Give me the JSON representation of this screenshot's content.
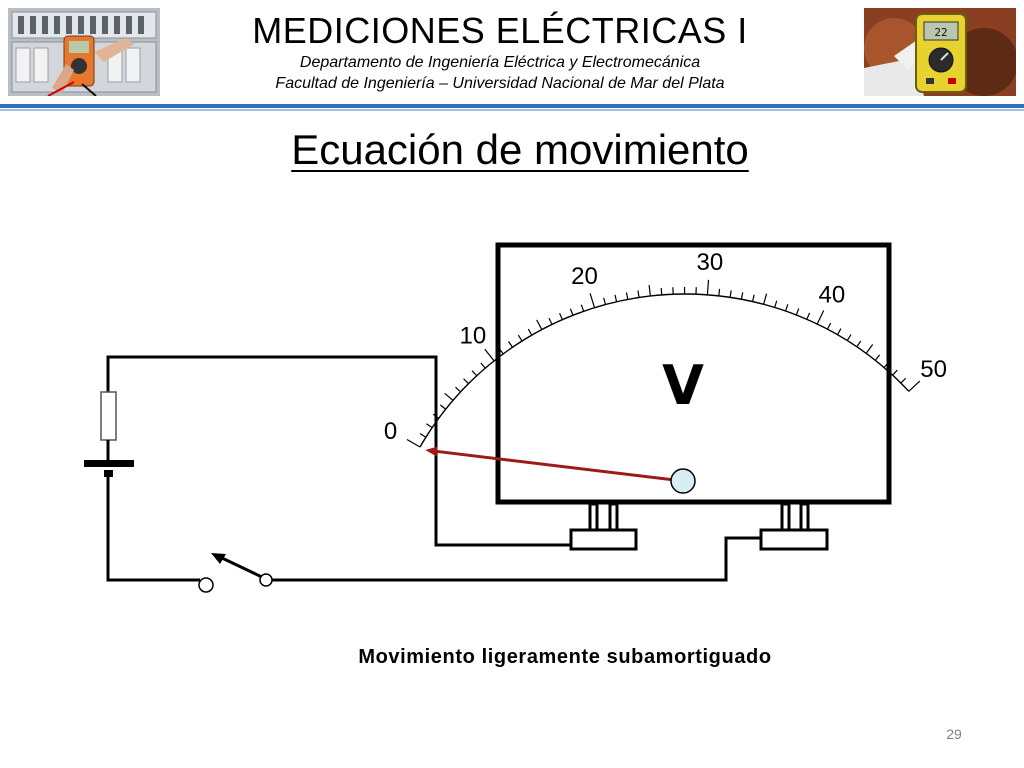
{
  "header": {
    "course_title": "MEDICIONES ELÉCTRICAS I",
    "department": "Departamento de Ingeniería Eléctrica y Electromecánica",
    "faculty": "Facultad de Ingeniería – Universidad Nacional de Mar del Plata",
    "left_photo": "multimeter-on-panel-photo",
    "right_photo": "multimeter-in-hand-photo",
    "rule_color": "#2e75b6"
  },
  "slide": {
    "title": "Ecuación de movimiento",
    "caption": "Movimiento ligeramente subamortiguado",
    "page_number": "29"
  },
  "meter": {
    "unit_symbol": "V",
    "scale_labels": [
      "0",
      "10",
      "20",
      "30",
      "40",
      "50"
    ],
    "scale_max": 50,
    "pointer_value": 0,
    "pointer_color": "#9c1b16",
    "pivot_color": "#d8eef4"
  },
  "circuit": {
    "switch_state": "open"
  }
}
